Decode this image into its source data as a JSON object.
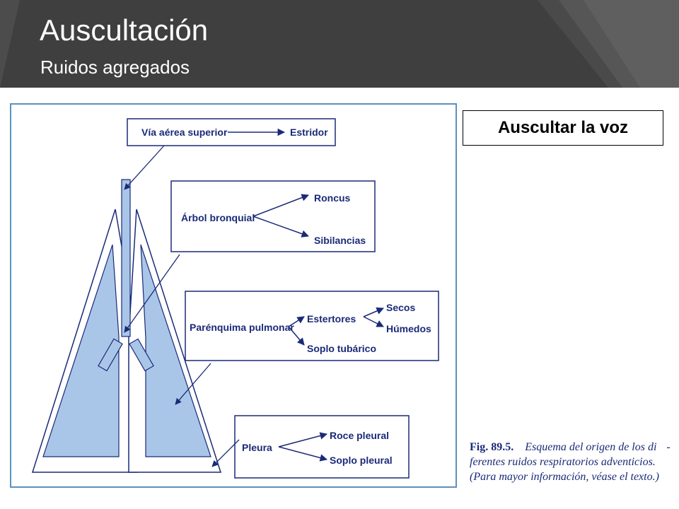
{
  "header": {
    "title": "Auscultación",
    "subtitle": "Ruidos agregados"
  },
  "side_box": {
    "label": "Auscultar la voz"
  },
  "diagram": {
    "via_aerea": {
      "source": "Vía aérea superior",
      "target": "Estridor"
    },
    "arbol": {
      "source": "Árbol bronquial",
      "targets": [
        "Roncus",
        "Sibilancias"
      ]
    },
    "parenquima": {
      "source": "Parénquima pulmonar",
      "targets": [
        "Estertores",
        "Soplo tubárico"
      ],
      "estertores_targets": [
        "Secos",
        "Húmedos"
      ]
    },
    "pleura": {
      "source": "Pleura",
      "targets": [
        "Roce pleural",
        "Soplo pleural"
      ]
    }
  },
  "caption": {
    "fig_label": "Fig. 89.5.",
    "line1": "Esquema del origen de los di",
    "dash": "-",
    "line2": "ferentes ruidos respiratorios adventicios.",
    "line3": "(Para mayor información, véase el texto.)"
  },
  "colors": {
    "header_bg": "#3f3f3f",
    "diagram_text": "#1a2a78",
    "lung_fill": "#a9c6e8",
    "figure_border": "#5d91be"
  }
}
